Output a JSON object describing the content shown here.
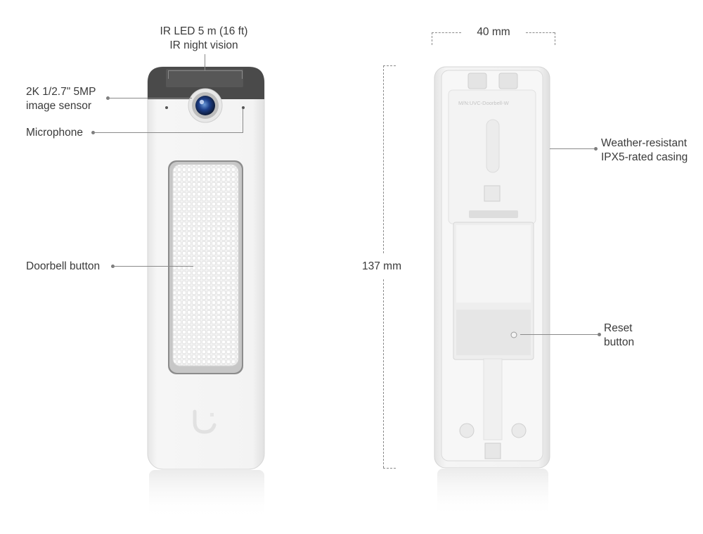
{
  "front": {
    "ir_led": [
      "IR LED 5 m (16 ft)",
      "IR night vision"
    ],
    "sensor": [
      "2K 1/2.7\" 5MP",
      "image sensor"
    ],
    "microphone": "Microphone",
    "doorbell_button": "Doorbell button"
  },
  "back": {
    "width_label": "40 mm",
    "height_label": "137 mm",
    "casing": [
      "Weather-resistant",
      "IPX5-rated casing"
    ],
    "reset": [
      "Reset",
      "button"
    ],
    "model_text": "M/N:UVC-Doorbell-W"
  },
  "colors": {
    "device_body": "#f1f1f1",
    "camera_bar": "#4a4a4a",
    "leader_lines": "#8a8a8a"
  },
  "icons": {
    "logo": "ubiquiti-u-logo",
    "lens": "camera-lens"
  }
}
